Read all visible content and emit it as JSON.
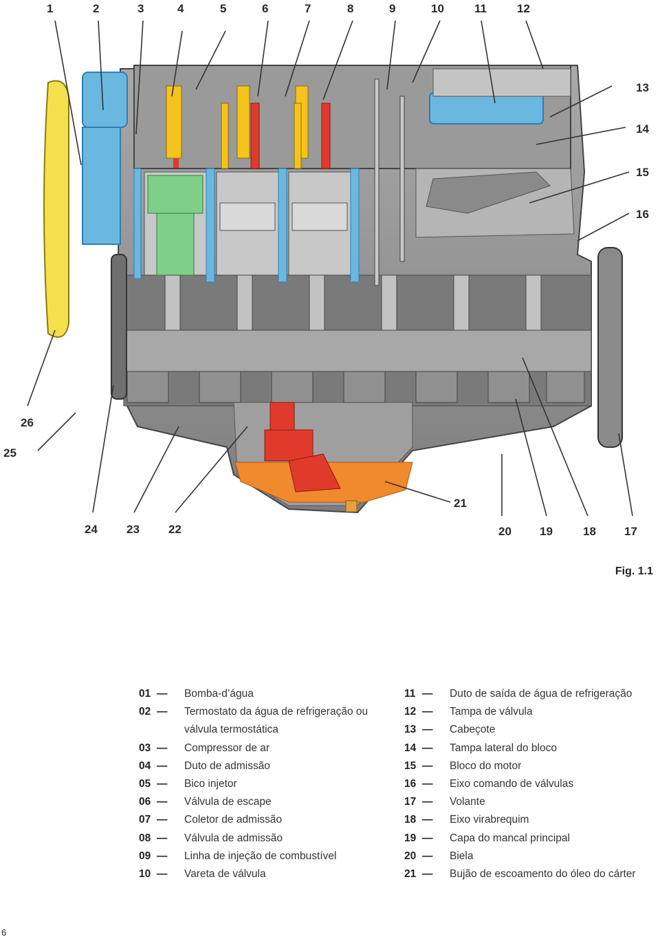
{
  "callouts_top": [
    "1",
    "2",
    "3",
    "4",
    "5",
    "6",
    "7",
    "8",
    "9",
    "10",
    "11",
    "12"
  ],
  "callouts_right": [
    "13",
    "14",
    "15",
    "16"
  ],
  "callouts_left": [
    "26",
    "25"
  ],
  "callouts_bottom_left": [
    "24",
    "23",
    "22"
  ],
  "callouts_bottom_right": [
    "21",
    "20",
    "19",
    "18",
    "17"
  ],
  "caption": "Fig. 1.1",
  "dash": "—",
  "legend_left": [
    {
      "n": "01",
      "text": "Bomba-d’água"
    },
    {
      "n": "02",
      "text": "Termostato da água de refrigeração ou"
    },
    {
      "n": "",
      "text": "válvula termostática"
    },
    {
      "n": "03",
      "text": "Compressor de ar"
    },
    {
      "n": "04",
      "text": "Duto de admissão"
    },
    {
      "n": "05",
      "text": "Bico injetor"
    },
    {
      "n": "06",
      "text": "Válvula de escape"
    },
    {
      "n": "07",
      "text": "Coletor de admissão"
    },
    {
      "n": "08",
      "text": "Válvula de admissão"
    },
    {
      "n": "09",
      "text": "Linha de injeção de combustível"
    },
    {
      "n": "10",
      "text": "Vareta de válvula"
    }
  ],
  "legend_right": [
    {
      "n": "11",
      "text": "Duto de saída de água de refrigeração"
    },
    {
      "n": "12",
      "text": "Tampa de válvula"
    },
    {
      "n": "13",
      "text": "Cabeçote"
    },
    {
      "n": "14",
      "text": "Tampa lateral do bloco"
    },
    {
      "n": "15",
      "text": "Bloco do motor"
    },
    {
      "n": "16",
      "text": "Eixo comando de válvulas"
    },
    {
      "n": "17",
      "text": "Volante"
    },
    {
      "n": "18",
      "text": "Eixo virabrequim"
    },
    {
      "n": "19",
      "text": "Capa do mancal principal"
    },
    {
      "n": "20",
      "text": "Biela"
    },
    {
      "n": "21",
      "text": "Bujão de escoamento do óleo do cárter"
    }
  ],
  "page_number": "6",
  "colors": {
    "block": "#8d8d8d",
    "block_light": "#b9b9b9",
    "block_dark": "#5a5a5a",
    "water": "#6ab8e0",
    "water_dark": "#2f7fb0",
    "oil": "#f08a2c",
    "pump": "#e03a2c",
    "fan": "#f4e04a",
    "piston_green": "#7fcf8a",
    "injector_yellow": "#f4c41c"
  }
}
